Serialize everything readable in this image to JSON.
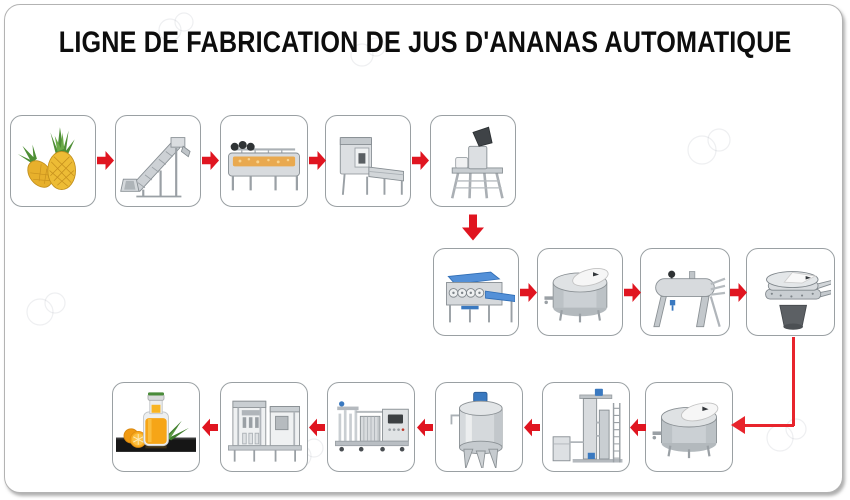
{
  "title": "LIGNE DE FABRICATION DE JUS D'ANANAS AUTOMATIQUE",
  "colors": {
    "arrow_red": "#e01520",
    "connector_red": "#e8242c",
    "box_border": "#9aa0a3",
    "panel_border": "#b3b3b3",
    "title_text": "#0d0d0d"
  },
  "flow": {
    "row1_left_to_right": [
      {
        "step": 1,
        "image": "fresh-pineapples"
      },
      {
        "step": 2,
        "image": "inclined-feeding-conveyor"
      },
      {
        "step": 3,
        "image": "bubble-washing-machine"
      },
      {
        "step": 4,
        "image": "peeling-machine"
      },
      {
        "step": 5,
        "image": "crushing-machine"
      }
    ],
    "row2_left_to_right": [
      {
        "step": 6,
        "image": "belt-type-juice-press"
      },
      {
        "step": 7,
        "image": "round-collecting-tank"
      },
      {
        "step": 8,
        "image": "horizontal-filter-machine"
      },
      {
        "step": 9,
        "image": "vibrating-sieve-filter"
      }
    ],
    "row3_right_to_left": [
      {
        "step": 10,
        "image": "round-mixing-tank"
      },
      {
        "step": 11,
        "image": "degassing-machine"
      },
      {
        "step": 12,
        "image": "storage-tank"
      },
      {
        "step": 13,
        "image": "pasteurizing-machine"
      },
      {
        "step": 14,
        "image": "filling-capping-machine"
      },
      {
        "step": 15,
        "image": "pineapple-juice-product"
      }
    ]
  }
}
